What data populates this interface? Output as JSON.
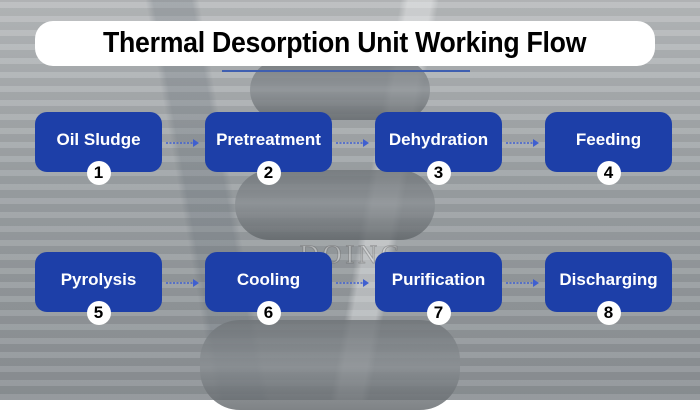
{
  "title": "Thermal Desorption Unit Working Flow",
  "watermark": "DOING",
  "colors": {
    "step_fill": "#1d3fa8",
    "arrow": "#3f5fd0",
    "title_bg": "#ffffff"
  },
  "steps": [
    {
      "label": "Oil Sludge",
      "number": "1"
    },
    {
      "label": "Pretreatment",
      "number": "2"
    },
    {
      "label": "Dehydration",
      "number": "3"
    },
    {
      "label": "Feeding",
      "number": "4"
    },
    {
      "label": "Pyrolysis",
      "number": "5"
    },
    {
      "label": "Cooling",
      "number": "6"
    },
    {
      "label": "Purification",
      "number": "7"
    },
    {
      "label": "Discharging",
      "number": "8"
    }
  ]
}
